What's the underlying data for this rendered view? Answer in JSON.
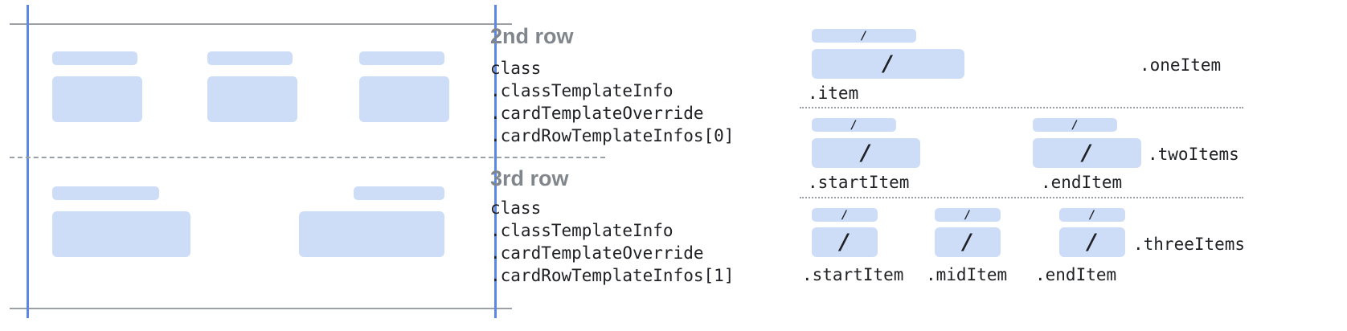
{
  "colors": {
    "item_fill": "#cdddf8",
    "card_edge_blue": "#5b87e5",
    "guide_line_gray": "#9aa0a6",
    "heading_gray": "#80868b",
    "code_text": "#202124"
  },
  "legend": {
    "row2": {
      "heading": "2nd row",
      "lines": [
        "class",
        ".classTemplateInfo",
        ".cardTemplateOverride",
        ".cardRowTemplateInfos[0]"
      ]
    },
    "row3": {
      "heading": "3rd row",
      "lines": [
        "class",
        ".classTemplateInfo",
        ".cardTemplateOverride",
        ".cardRowTemplateInfos[1]"
      ]
    }
  },
  "templates": {
    "one_item": {
      "name": ".oneItem",
      "items": [
        {
          "label": ".item",
          "slash": "/"
        }
      ]
    },
    "two_items": {
      "name": ".twoItems",
      "items": [
        {
          "label": ".startItem",
          "slash": "/"
        },
        {
          "label": ".endItem",
          "slash": "/"
        }
      ]
    },
    "three_items": {
      "name": ".threeItems",
      "items": [
        {
          "label": ".startItem",
          "slash": "/"
        },
        {
          "label": ".midItem",
          "slash": "/"
        },
        {
          "label": ".endItem",
          "slash": "/"
        }
      ]
    }
  }
}
